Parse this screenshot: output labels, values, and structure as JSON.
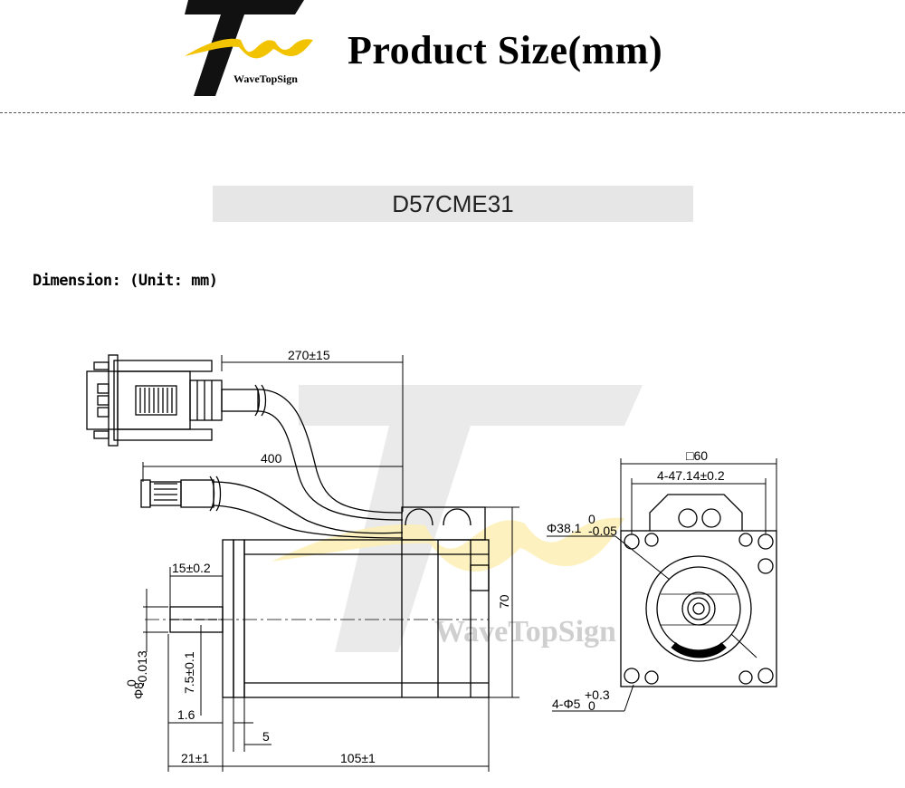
{
  "header": {
    "logo_text": "WaveTopSign",
    "title": "Product Size(mm)"
  },
  "model": "D57CME31",
  "dimension_heading": "Dimension: (Unit: mm)",
  "watermark": "WaveTopSign",
  "dimensions": {
    "cable_length_1": "270±15",
    "cable_length_2": "400",
    "shaft_flat_length": "15±0.2",
    "shaft_diameter": "Φ8",
    "shaft_diameter_tol_upper": "0",
    "shaft_diameter_tol_lower": "-0.013",
    "flat_height": "7.5±0.1",
    "flange_thickness": "1.6",
    "spigot_depth": "5",
    "shaft_length": "21±1",
    "body_length": "105±1",
    "body_height": "70",
    "flange_square": "□60",
    "hole_spacing": "4-47.14±0.2",
    "pilot_diameter": "Φ38.1",
    "pilot_tol_upper": "0",
    "pilot_tol_lower": "-0.05",
    "hole_diameter": "4-Φ5",
    "hole_tol_upper": "+0.3",
    "hole_tol_lower": "0"
  },
  "colors": {
    "watermark_gray": "#d9d9d9",
    "watermark_yellow": "#fbeeb4",
    "model_bar": "#e6e6e6"
  }
}
